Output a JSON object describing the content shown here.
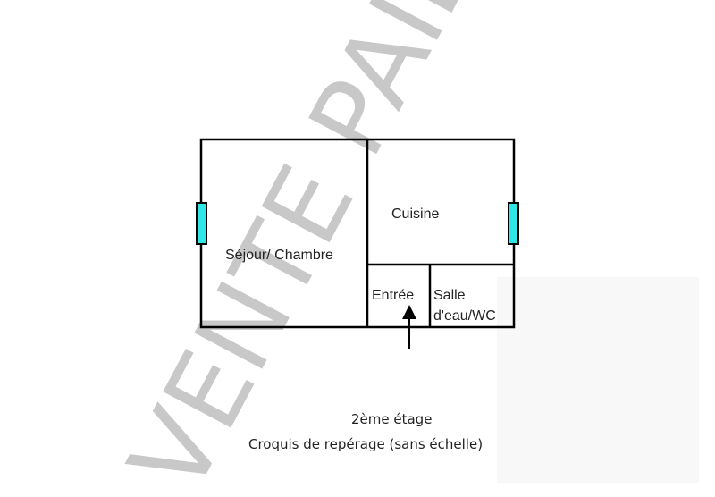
{
  "watermark": {
    "text": "VENTE PAIEMENT",
    "color": "#c8c8c8"
  },
  "plan": {
    "rooms": [
      {
        "id": "sejour",
        "label": "Séjour/ Chambre"
      },
      {
        "id": "cuisine",
        "label": "Cuisine"
      },
      {
        "id": "entree",
        "label": "Entrée"
      },
      {
        "id": "salle",
        "label_line1": "Salle",
        "label_line2": "d'eau/WC"
      }
    ],
    "window_color": "#2ee6e6",
    "wall_color": "#000000"
  },
  "caption": {
    "floor": "2ème étage",
    "note": "Croquis de repérage (sans échelle)"
  }
}
